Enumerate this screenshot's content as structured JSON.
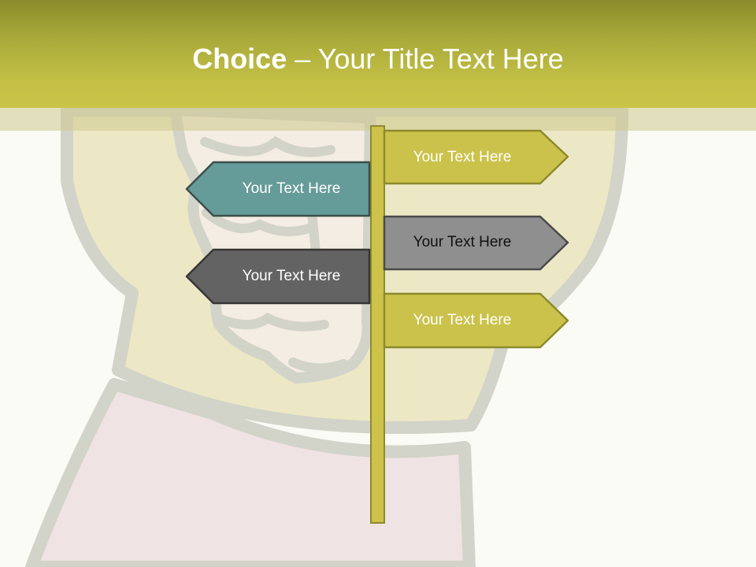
{
  "slide": {
    "title_bold": "Choice",
    "title_rest": " – Your Title Text Here"
  },
  "signs": [
    {
      "label": "Your Text Here",
      "direction": "right",
      "fill": "#cbc24b",
      "text_color": "#ffffff"
    },
    {
      "label": "Your Text Here",
      "direction": "left",
      "fill": "#659b98",
      "text_color": "#ffffff"
    },
    {
      "label": "Your Text Here",
      "direction": "right",
      "fill": "#8f8f8f",
      "text_color": "#111111"
    },
    {
      "label": "Your Text Here",
      "direction": "left",
      "fill": "#636363",
      "text_color": "#ffffff"
    },
    {
      "label": "Your Text Here",
      "direction": "right",
      "fill": "#cbc24b",
      "text_color": "#ffffff"
    }
  ],
  "colors": {
    "header": "#c3c045",
    "post": "#cdc24a",
    "post_border": "#8d8a2c",
    "background": "#fbfbf5",
    "head_fill": "#ece8c6",
    "head_outline": "#d2d3c9",
    "brain_fill": "#f4ede3",
    "body_fill": "#f0e3e3"
  },
  "background_art": "head-silhouette-icon"
}
